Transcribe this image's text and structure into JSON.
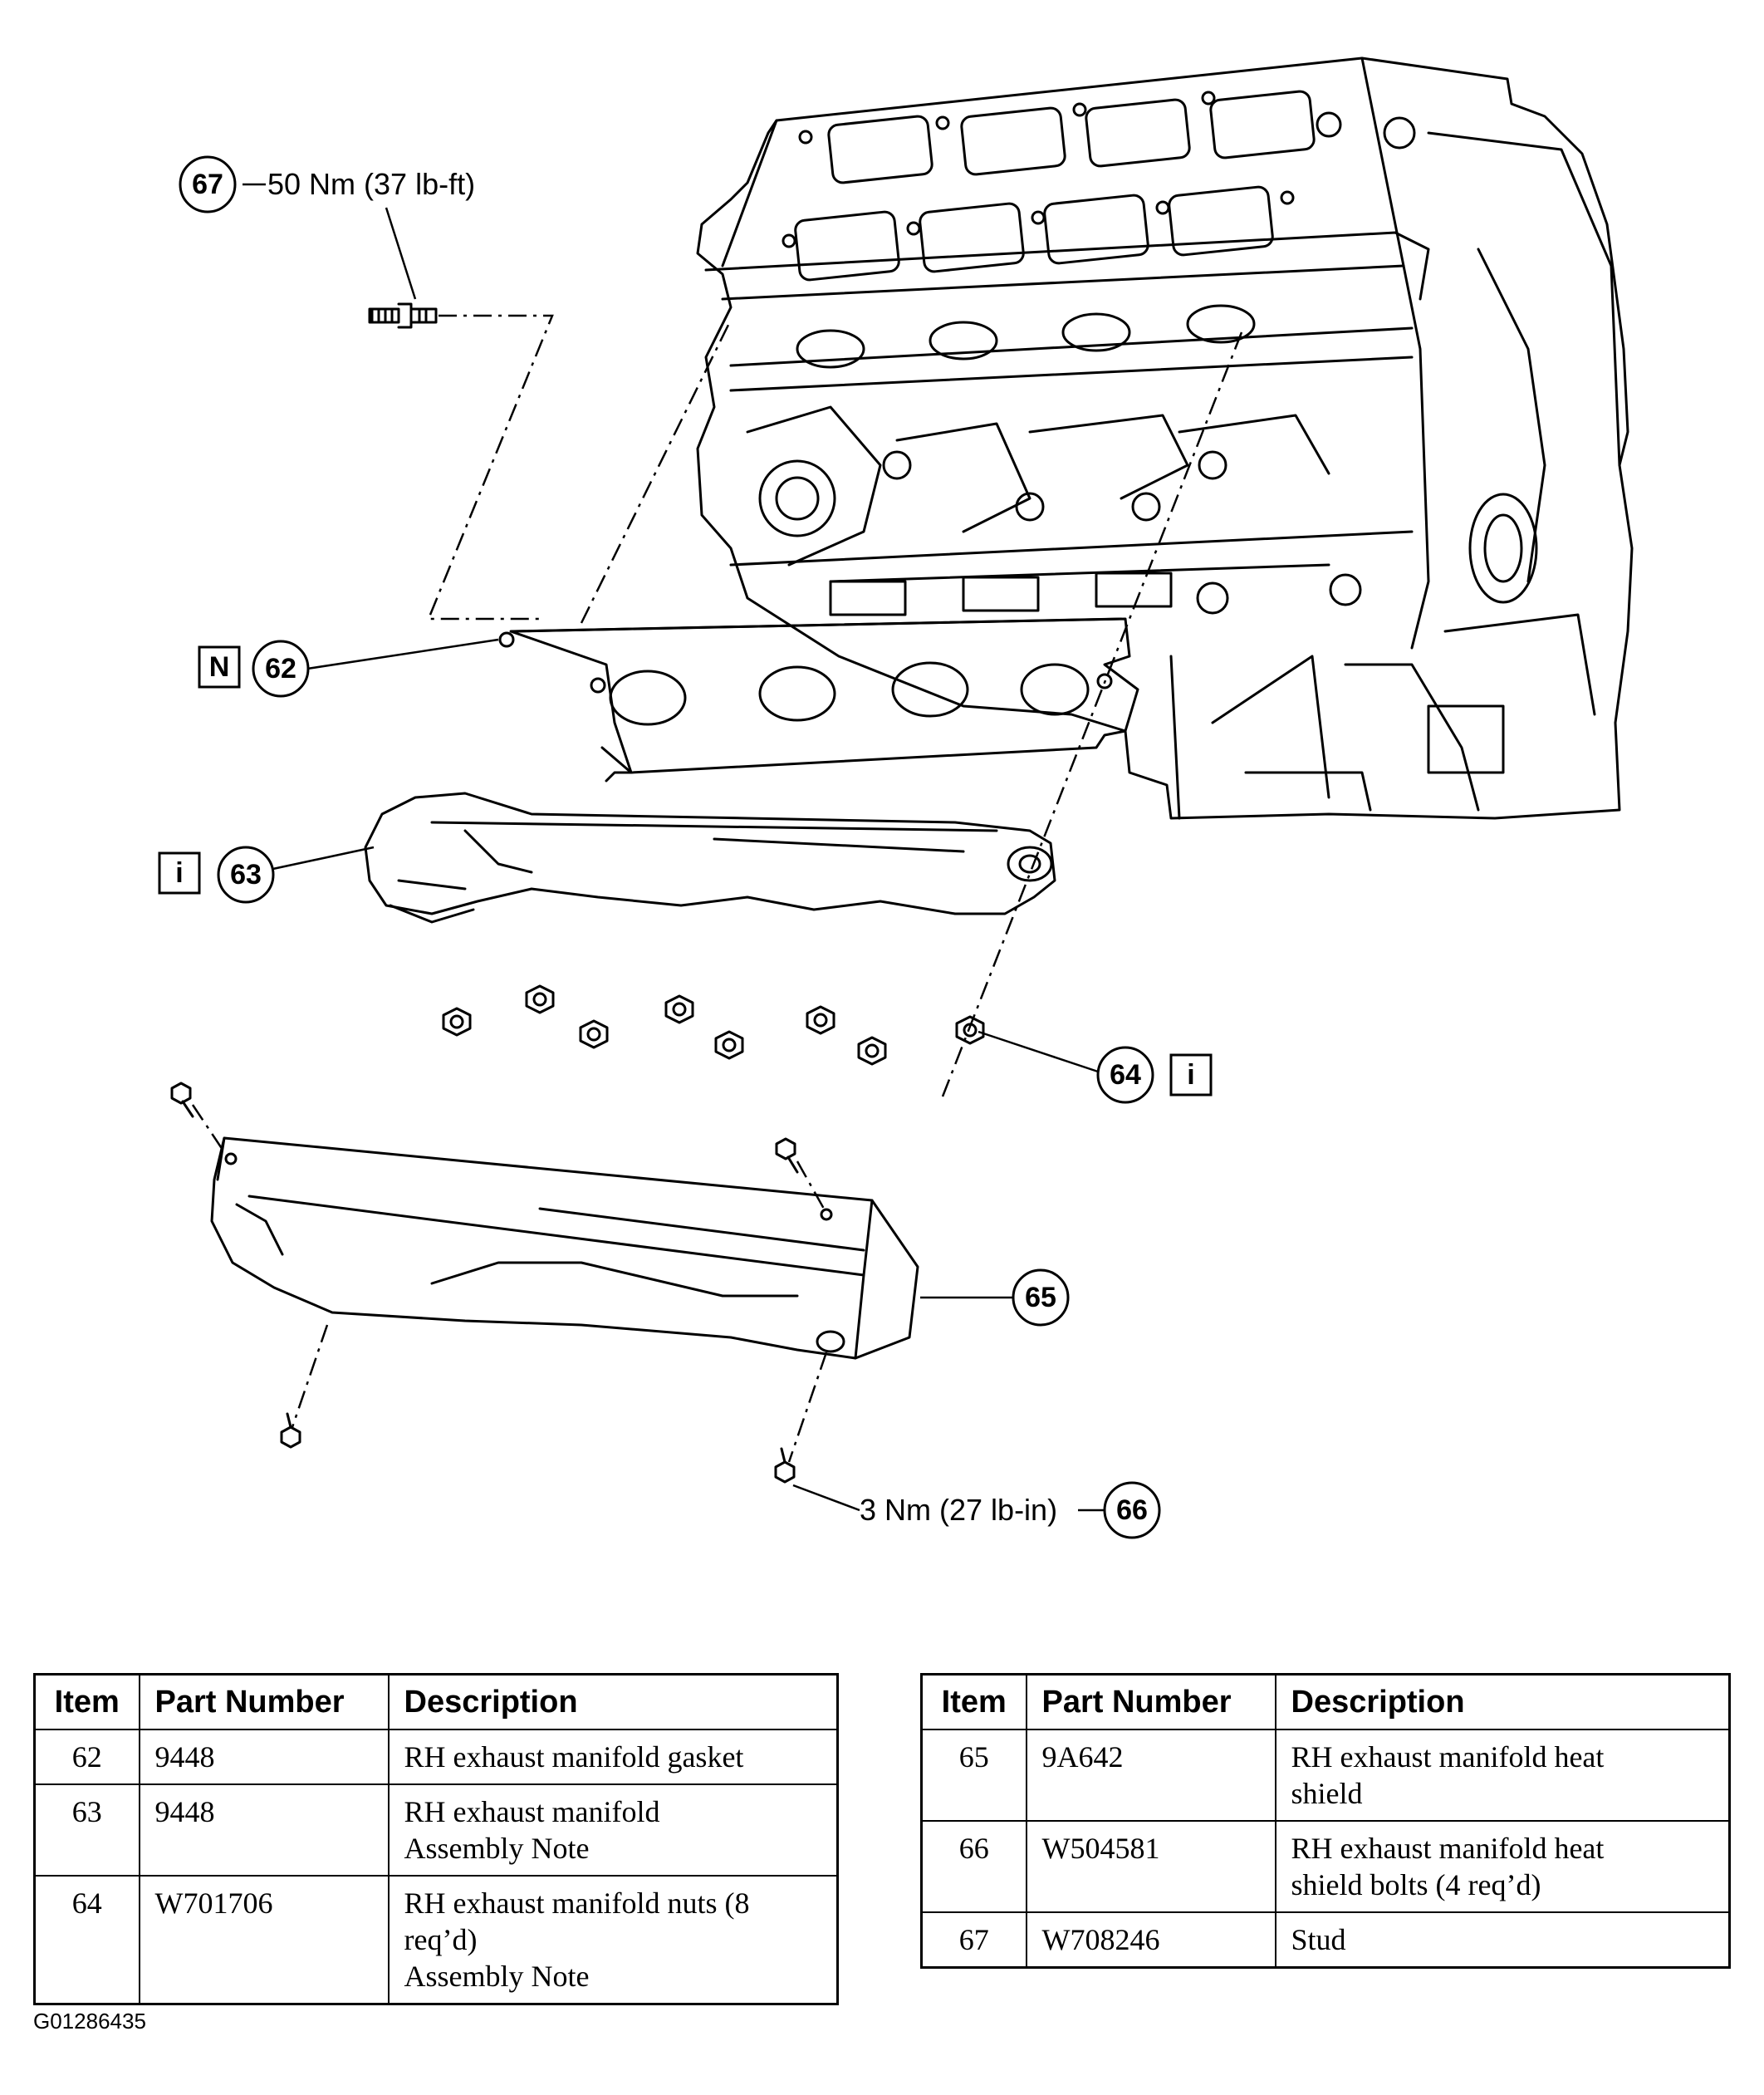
{
  "callouts": {
    "c67": {
      "number": "67",
      "label": "50 Nm (37 lb-ft)"
    },
    "c62": {
      "number": "62",
      "box": "N"
    },
    "c63": {
      "number": "63",
      "box": "i"
    },
    "c64": {
      "number": "64",
      "box": "i"
    },
    "c65": {
      "number": "65"
    },
    "c66": {
      "number": "66",
      "label": "3 Nm (27 lb-in)"
    }
  },
  "tables": {
    "left": {
      "headers": [
        "Item",
        "Part Number",
        "Description"
      ],
      "rows": [
        {
          "item": "62",
          "part": "9448",
          "desc": [
            "RH exhaust manifold gasket"
          ]
        },
        {
          "item": "63",
          "part": "9448",
          "desc": [
            "RH exhaust manifold",
            "Assembly Note"
          ]
        },
        {
          "item": "64",
          "part": "W701706",
          "desc": [
            "RH exhaust manifold nuts (8",
            "req’d)",
            "Assembly Note"
          ]
        }
      ]
    },
    "right": {
      "headers": [
        "Item",
        "Part Number",
        "Description"
      ],
      "rows": [
        {
          "item": "65",
          "part": "9A642",
          "desc": [
            "RH exhaust manifold heat",
            "shield"
          ]
        },
        {
          "item": "66",
          "part": "W504581",
          "desc": [
            "RH exhaust manifold heat",
            "shield bolts (4 req’d)"
          ]
        },
        {
          "item": "67",
          "part": "W708246",
          "desc": [
            "Stud"
          ]
        }
      ]
    }
  },
  "figure_id": "G01286435"
}
